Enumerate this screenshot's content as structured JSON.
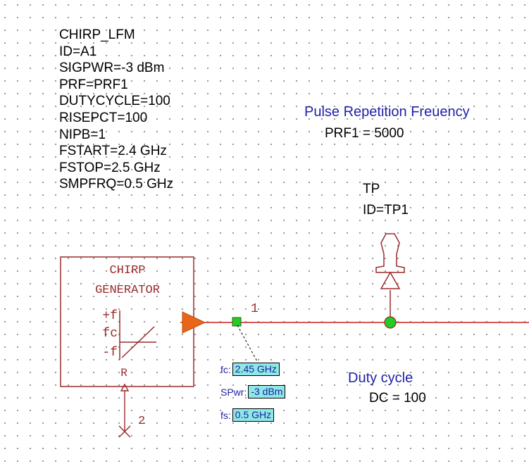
{
  "element_params": [
    "CHIRP_LFM",
    "ID=A1",
    "SIGPWR=-3 dBm",
    "PRF=PRF1",
    "DUTYCYCLE=100",
    "RISEPCT=100",
    "NIPB=1",
    "FSTART=2.4 GHz",
    "FSTOP=2.5 GHz",
    "SMPFRQ=0.5 GHz"
  ],
  "equations": {
    "prf_title": "Pulse Repetition Freuency",
    "prf_eq": "PRF1 = 5000",
    "duty_title": "Duty cycle",
    "duty_eq": "DC = 100"
  },
  "test_point": {
    "name": "TP",
    "id": "ID=TP1"
  },
  "chirp_block": {
    "title_line1": "CHIRP",
    "title_line2": "GENERATOR",
    "plus_f": "+f",
    "fc": "fc",
    "minus_f": "-f",
    "r_label": "R"
  },
  "ports": {
    "output_node": "1",
    "r_node": "2"
  },
  "annotations": [
    {
      "label": "fc:",
      "value": "2.45 GHz"
    },
    {
      "label": "SPwr:",
      "value": "-3 dBm"
    },
    {
      "label": "fs:",
      "value": "0.5 GHz"
    }
  ],
  "colors": {
    "wire": "#d04040",
    "block": "#9a2a2a",
    "port": "#e8661a",
    "node": "#22cc22",
    "text_blue": "#1f1fa8",
    "annotation_bg": "#8ee8e4"
  }
}
